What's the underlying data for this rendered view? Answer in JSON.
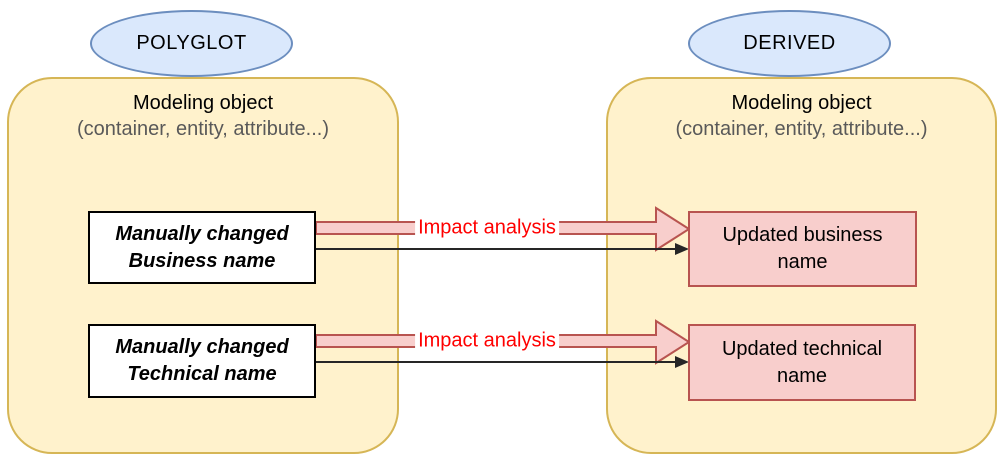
{
  "diagram": {
    "left": {
      "badge": "POLYGLOT",
      "title": "Modeling object",
      "subtitle": "(container, entity, attribute...)",
      "boxes": [
        {
          "line1": "Manually changed",
          "line2": "Business name"
        },
        {
          "line1": "Manually changed",
          "line2": "Technical name"
        }
      ]
    },
    "right": {
      "badge": "DERIVED",
      "title": "Modeling object",
      "subtitle": "(container, entity, attribute...)",
      "boxes": [
        {
          "line1": "Updated business",
          "line2": "name"
        },
        {
          "line1": "Updated technical",
          "line2": "name"
        }
      ]
    },
    "connectors": [
      {
        "label": "Impact analysis"
      },
      {
        "label": "Impact analysis"
      }
    ],
    "colors": {
      "ellipse_fill": "#dae8fc",
      "ellipse_stroke": "#6c8ebf",
      "container_fill": "#fff2cc",
      "container_stroke": "#d6b656",
      "pink_fill": "#f8cecc",
      "pink_stroke": "#b85450",
      "white_box_stroke": "#000000",
      "black_arrow": "#262626",
      "impact_label_red": "#ff0000",
      "subtitle_gray": "#595959"
    }
  }
}
